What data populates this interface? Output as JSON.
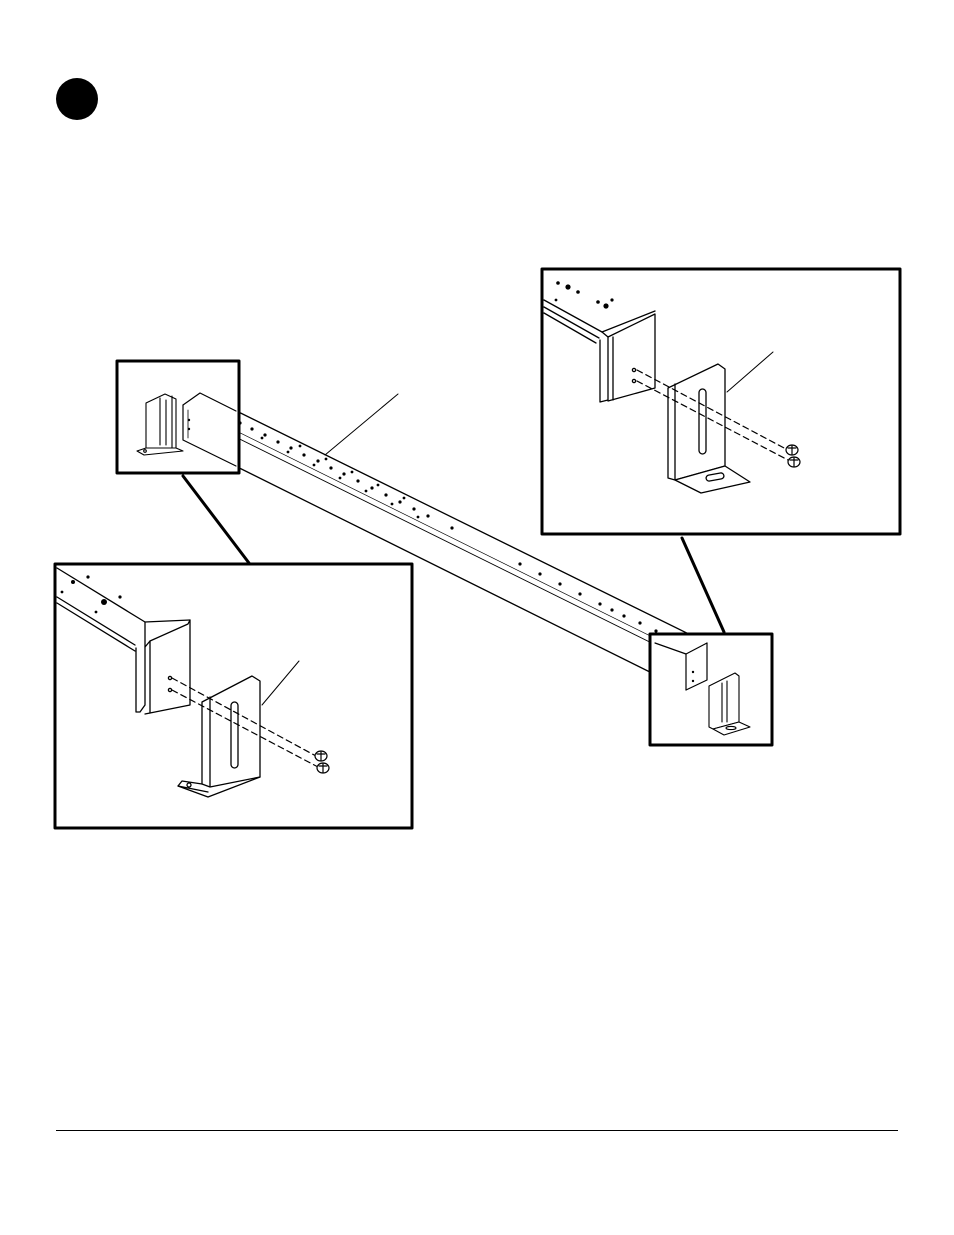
{
  "page": {
    "background": "#ffffff",
    "ink": "#000000"
  },
  "step": {
    "badge_shape": "filled-circle-icon"
  },
  "diagram": {
    "subject": "rail-with-mounting-brackets",
    "callouts": [
      "left-end-detail",
      "right-end-detail",
      "left-end-zoom",
      "right-end-zoom"
    ]
  }
}
